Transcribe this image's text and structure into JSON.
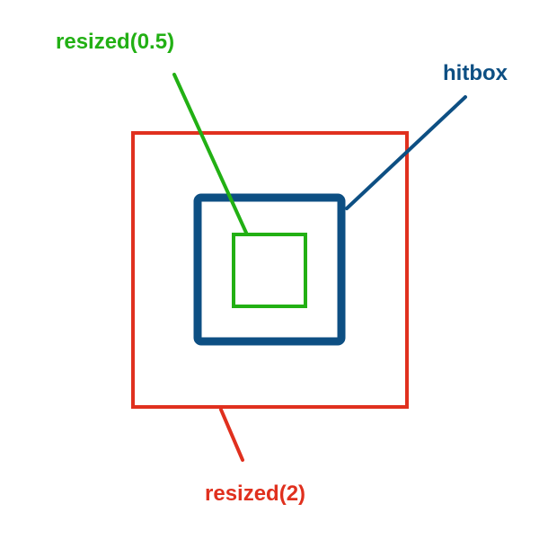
{
  "colors": {
    "red": "#e0301e",
    "blue": "#0d4f83",
    "green": "#22b014",
    "background": "#ffffff"
  },
  "labels": {
    "resized_half": "resized(0.5)",
    "hitbox": "hitbox",
    "resized_double": "resized(2)"
  }
}
